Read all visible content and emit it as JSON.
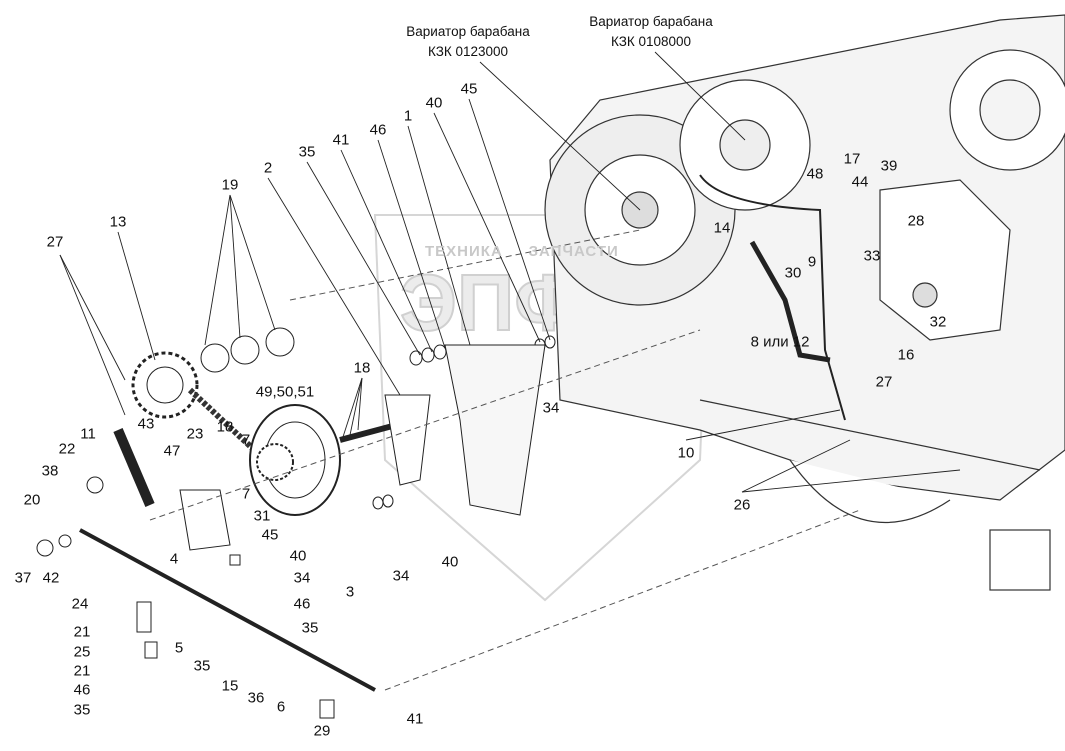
{
  "titles": [
    {
      "line1": "Вариатор барабана",
      "line2": "КЗК 0123000"
    },
    {
      "line1": "Вариатор барабана",
      "line2": "КЗК 0108000"
    }
  ],
  "watermark": {
    "left": "ТЕХНИКА",
    "right": "ЗАПЧАСТИ",
    "logo": "ЭПФ"
  },
  "labels": [
    "27",
    "13",
    "19",
    "2",
    "35",
    "41",
    "46",
    "1",
    "40",
    "45",
    "49,50,51",
    "18",
    "43",
    "11",
    "22",
    "23",
    "18",
    "7",
    "47",
    "38",
    "7",
    "20",
    "31",
    "45",
    "40",
    "34",
    "4",
    "37",
    "42",
    "24",
    "21",
    "25",
    "21",
    "46",
    "35",
    "5",
    "35",
    "15",
    "36",
    "6",
    "46",
    "35",
    "3",
    "34",
    "40",
    "34",
    "10",
    "26",
    "29",
    "41",
    "14",
    "30",
    "9",
    "48",
    "17",
    "44",
    "39",
    "28",
    "33",
    "8 или 12",
    "32",
    "16",
    "27"
  ],
  "colors": {
    "line": "#222222",
    "watermark": "#c8c8c8"
  }
}
